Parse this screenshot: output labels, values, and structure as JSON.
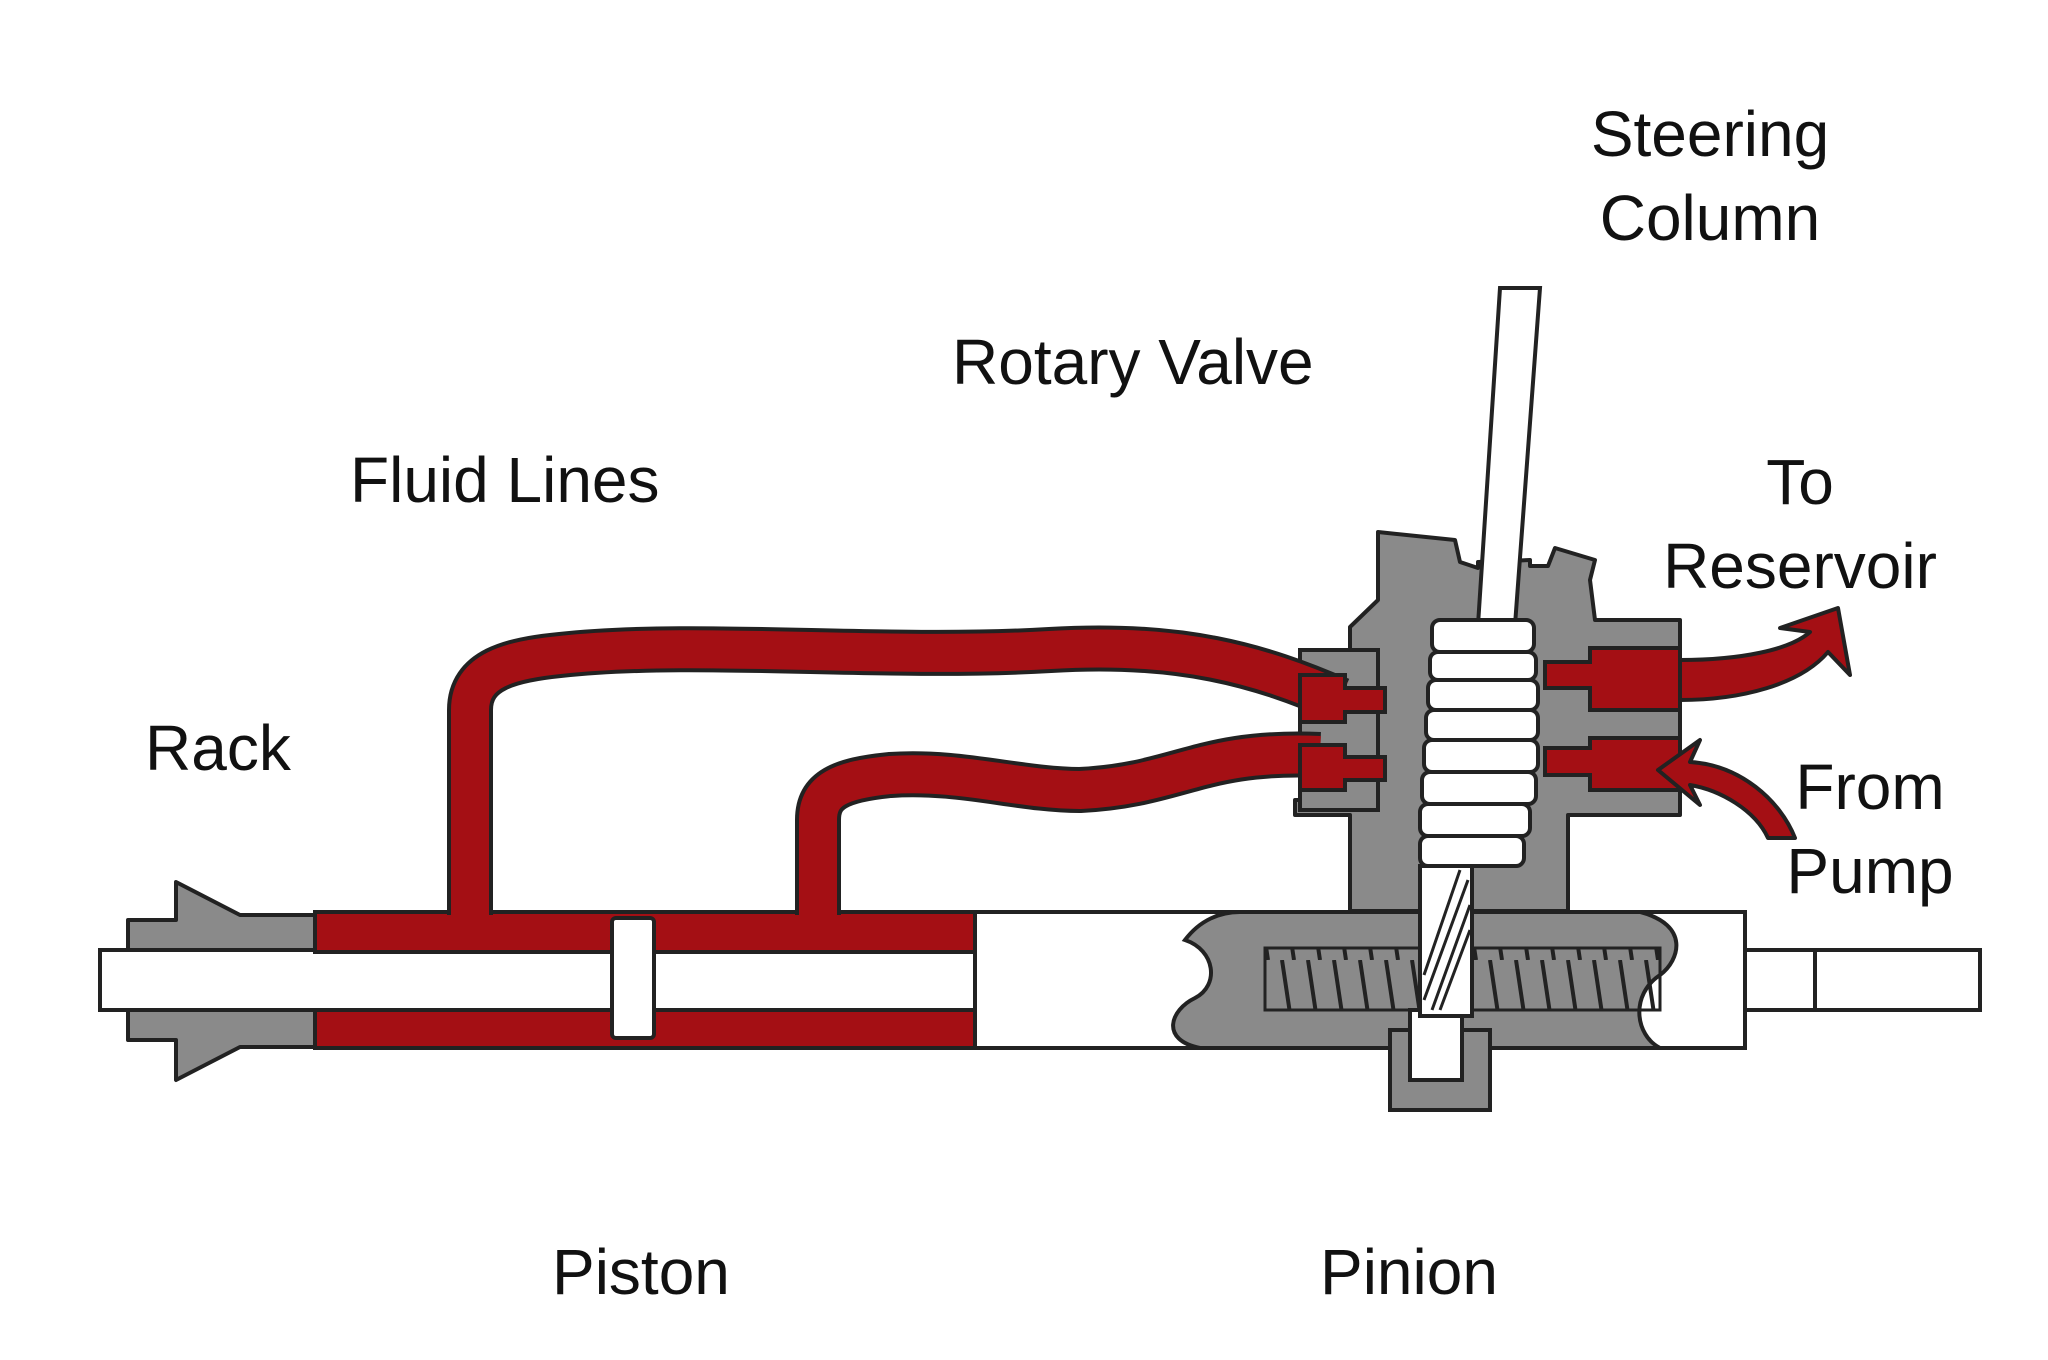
{
  "colors": {
    "fluid": "#a40f14",
    "body": "#8a8a8a",
    "outline": "#222222",
    "part": "#ffffff"
  },
  "labels": {
    "steering_column": [
      "Steering",
      "Column"
    ],
    "rotary_valve": "Rotary Valve",
    "fluid_lines": "Fluid Lines",
    "to_reservoir": [
      "To",
      "Reservoir"
    ],
    "rack": "Rack",
    "from_pump": [
      "From",
      "Pump"
    ],
    "piston": "Piston",
    "pinion": "Pinion"
  }
}
